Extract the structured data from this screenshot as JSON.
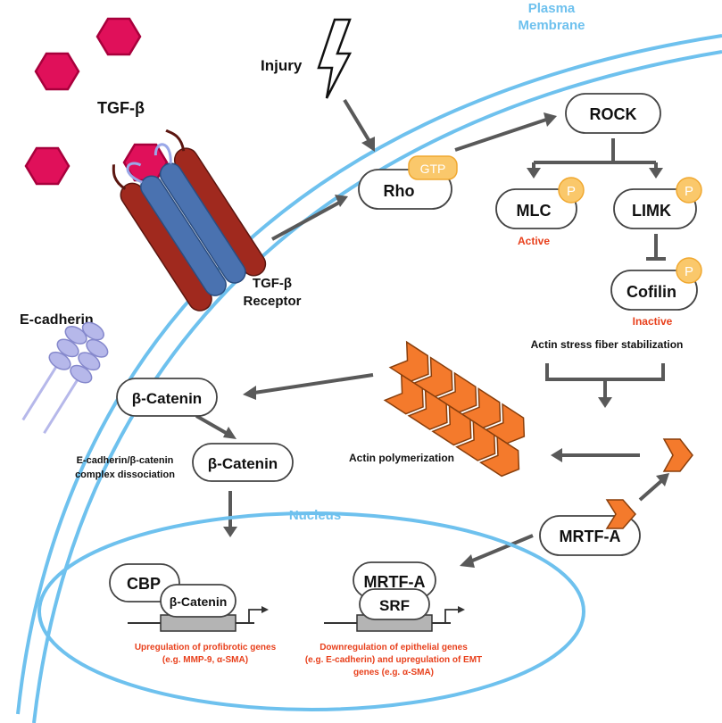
{
  "labels": {
    "plasma_membrane_line1": "Plasma",
    "plasma_membrane_line2": "Membrane",
    "injury": "Injury",
    "tgf_beta": "TGF-β",
    "tgf_receptor_line1": "TGF-β",
    "tgf_receptor_line2": "Receptor",
    "e_cadherin": "E-cadherin",
    "nucleus": "Nucleus",
    "complex_dissociation_line1": "E-cadherin/β-catenin",
    "complex_dissociation_line2": "complex dissociation",
    "actin_polymerization": "Actin polymerization",
    "actin_stress_fiber": "Actin stress fiber stabilization"
  },
  "nodes": {
    "rho": "Rho",
    "gtp": "GTP",
    "rock": "ROCK",
    "mlc": "MLC",
    "limk": "LIMK",
    "cofilin": "Cofilin",
    "phospho": "P",
    "beta_catenin_1": "β-Catenin",
    "beta_catenin_2": "β-Catenin",
    "mrtf_a_cytoplasm": "MRTF-A",
    "cbp": "CBP",
    "beta_catenin_nucleus": "β-Catenin",
    "mrtf_a_nucleus": "MRTF-A",
    "srf": "SRF"
  },
  "states": {
    "mlc_state": "Active",
    "cofilin_state": "Inactive"
  },
  "outcomes": {
    "profibrotic_line1": "Upregulation of profibrotic genes",
    "profibrotic_line2": "(e.g. MMP-9, α-SMA)",
    "emt_line1": "Downregulation of epithelial genes",
    "emt_line2": "(e.g. E-cadherin) and upregulation of EMT",
    "emt_line3": "genes (e.g. α-SMA)"
  },
  "colors": {
    "membrane": "#6ec1ee",
    "tgf_ligand": "#e0105a",
    "receptor_outer": "#a0291e",
    "receptor_inner": "#4a72b0",
    "actin": "#f47a2c",
    "phospho_badge": "#fac86b",
    "highlight_text": "#e8401c"
  }
}
